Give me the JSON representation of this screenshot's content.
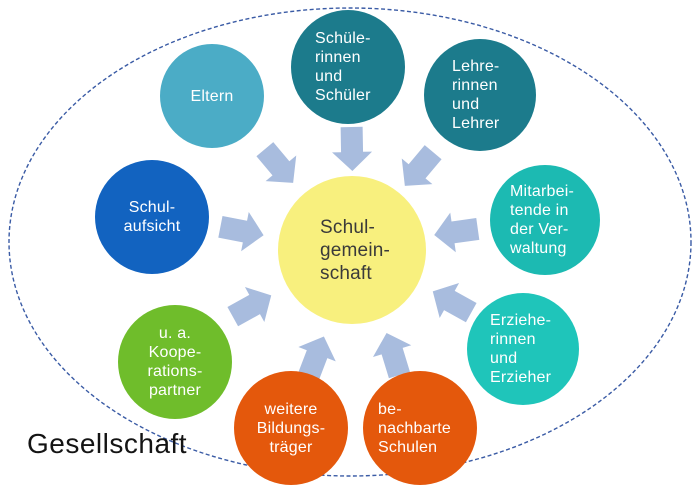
{
  "outer": {
    "label": "Gesellschaft",
    "ellipse_color": "#3a5ba5",
    "text_color": "#141414"
  },
  "center": {
    "id": "schulgemeinschaft",
    "lines": [
      "Schul-",
      "gemein-",
      "schaft"
    ],
    "color": "#f8f07e",
    "text_color": "#3a3a3a"
  },
  "nodes": [
    {
      "id": "eltern",
      "lines": [
        "Eltern"
      ],
      "color": "#4bacc6"
    },
    {
      "id": "schuelerinnen-und-schueler",
      "lines": [
        "Schüle-",
        "rinnen",
        "und",
        "Schüler"
      ],
      "color": "#1c7b8c"
    },
    {
      "id": "lehrerinnen-und-lehrer",
      "lines": [
        "Lehre-",
        "rinnen",
        "und",
        "Lehrer"
      ],
      "color": "#1c7b8c"
    },
    {
      "id": "mitarbeitende-in-der-verwaltung",
      "lines": [
        "Mitarbei-",
        "tende in",
        "der Ver-",
        "waltung"
      ],
      "color": "#1cbab2"
    },
    {
      "id": "erzieherinnen-und-erzieher",
      "lines": [
        "Erziehe-",
        "rinnen",
        "und",
        "Erzieher"
      ],
      "color": "#1fc5ba"
    },
    {
      "id": "benachbarte-schulen",
      "lines": [
        "be-",
        "nachbarte",
        "Schulen"
      ],
      "color": "#e4580c"
    },
    {
      "id": "weitere-bildungstraeger",
      "lines": [
        "weitere",
        "Bildungs-",
        "träger"
      ],
      "color": "#e4580c"
    },
    {
      "id": "kooperationspartner",
      "lines": [
        "u. a.",
        "Koope-",
        "rations-",
        "partner"
      ],
      "color": "#6fbd2b"
    },
    {
      "id": "schulaufsicht",
      "lines": [
        "Schul-",
        "aufsicht"
      ],
      "color": "#1263c0"
    }
  ],
  "arrows": {
    "color": "#a8bcde",
    "count": 9,
    "direction": "inward"
  }
}
